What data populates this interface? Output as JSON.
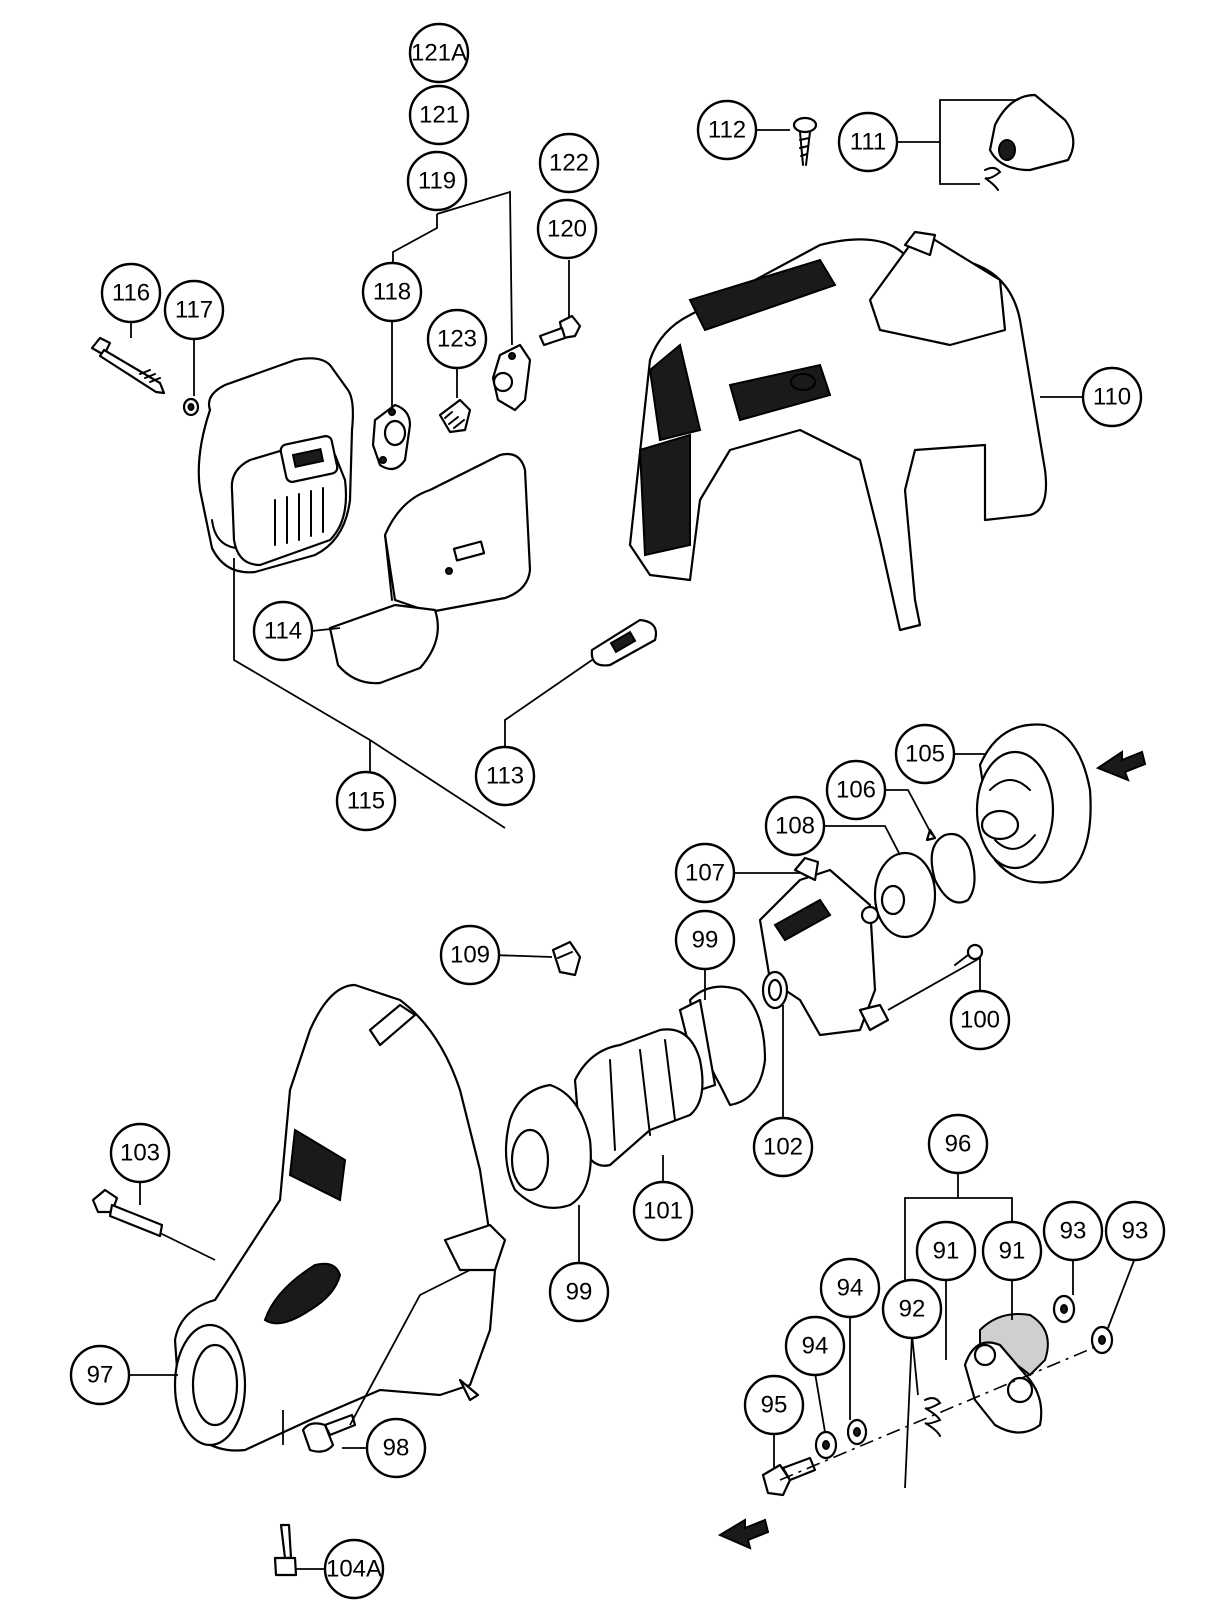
{
  "callouts": [
    {
      "id": "c121a",
      "label": "121A"
    },
    {
      "id": "c121",
      "label": "121"
    },
    {
      "id": "c119",
      "label": "119"
    },
    {
      "id": "c122",
      "label": "122"
    },
    {
      "id": "c120",
      "label": "120"
    },
    {
      "id": "c118",
      "label": "118"
    },
    {
      "id": "c123",
      "label": "123"
    },
    {
      "id": "c116",
      "label": "116"
    },
    {
      "id": "c117",
      "label": "117"
    },
    {
      "id": "c112",
      "label": "112"
    },
    {
      "id": "c111",
      "label": "111"
    },
    {
      "id": "c110",
      "label": "110"
    },
    {
      "id": "c114",
      "label": "114"
    },
    {
      "id": "c113",
      "label": "113"
    },
    {
      "id": "c115",
      "label": "115"
    },
    {
      "id": "c105",
      "label": "105"
    },
    {
      "id": "c106",
      "label": "106"
    },
    {
      "id": "c108",
      "label": "108"
    },
    {
      "id": "c107",
      "label": "107"
    },
    {
      "id": "c109",
      "label": "109"
    },
    {
      "id": "c99a",
      "label": "99"
    },
    {
      "id": "c100",
      "label": "100"
    },
    {
      "id": "c102",
      "label": "102"
    },
    {
      "id": "c101",
      "label": "101"
    },
    {
      "id": "c99b",
      "label": "99"
    },
    {
      "id": "c103",
      "label": "103"
    },
    {
      "id": "c96",
      "label": "96"
    },
    {
      "id": "c91a",
      "label": "91"
    },
    {
      "id": "c91b",
      "label": "91"
    },
    {
      "id": "c93a",
      "label": "93"
    },
    {
      "id": "c93b",
      "label": "93"
    },
    {
      "id": "c94a",
      "label": "94"
    },
    {
      "id": "c92",
      "label": "92"
    },
    {
      "id": "c94b",
      "label": "94"
    },
    {
      "id": "c95",
      "label": "95"
    },
    {
      "id": "c97",
      "label": "97"
    },
    {
      "id": "c98",
      "label": "98"
    },
    {
      "id": "c104a",
      "label": "104A"
    }
  ]
}
